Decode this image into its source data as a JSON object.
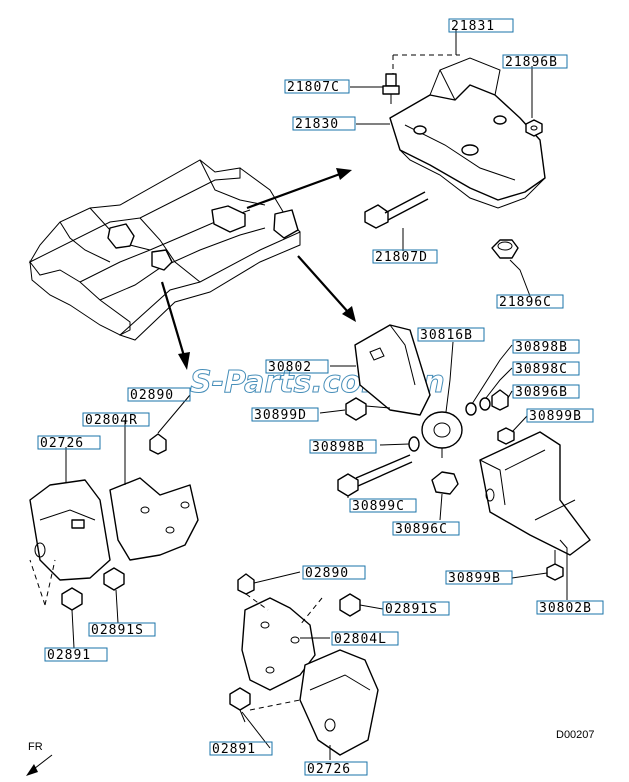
{
  "watermark": "S-Parts.com.vn",
  "diagram_code": "D00207",
  "front_indicator": "FR",
  "labels": [
    {
      "id": "l-21831",
      "text": "21831"
    },
    {
      "id": "l-21896b",
      "text": "21896B"
    },
    {
      "id": "l-21807c",
      "text": "21807C"
    },
    {
      "id": "l-21830",
      "text": "21830"
    },
    {
      "id": "l-21807d",
      "text": "21807D"
    },
    {
      "id": "l-21896c",
      "text": "21896C"
    },
    {
      "id": "l-30816b",
      "text": "30816B"
    },
    {
      "id": "l-30802",
      "text": "30802"
    },
    {
      "id": "l-30898b-a",
      "text": "30898B"
    },
    {
      "id": "l-30898c",
      "text": "30898C"
    },
    {
      "id": "l-30896b",
      "text": "30896B"
    },
    {
      "id": "l-30899d",
      "text": "30899D"
    },
    {
      "id": "l-30899b-a",
      "text": "30899B"
    },
    {
      "id": "l-30898b-b",
      "text": "30898B"
    },
    {
      "id": "l-30899c",
      "text": "30899C"
    },
    {
      "id": "l-30896c",
      "text": "30896C"
    },
    {
      "id": "l-30899b-b",
      "text": "30899B"
    },
    {
      "id": "l-30802b",
      "text": "30802B"
    },
    {
      "id": "l-02890-a",
      "text": "02890"
    },
    {
      "id": "l-02804r",
      "text": "02804R"
    },
    {
      "id": "l-02726-a",
      "text": "02726"
    },
    {
      "id": "l-02891s-a",
      "text": "02891S"
    },
    {
      "id": "l-02891-a",
      "text": "02891"
    },
    {
      "id": "l-02890-b",
      "text": "02890"
    },
    {
      "id": "l-02891s-b",
      "text": "02891S"
    },
    {
      "id": "l-02804l",
      "text": "02804L"
    },
    {
      "id": "l-02891-b",
      "text": "02891"
    },
    {
      "id": "l-02726-b",
      "text": "02726"
    }
  ]
}
